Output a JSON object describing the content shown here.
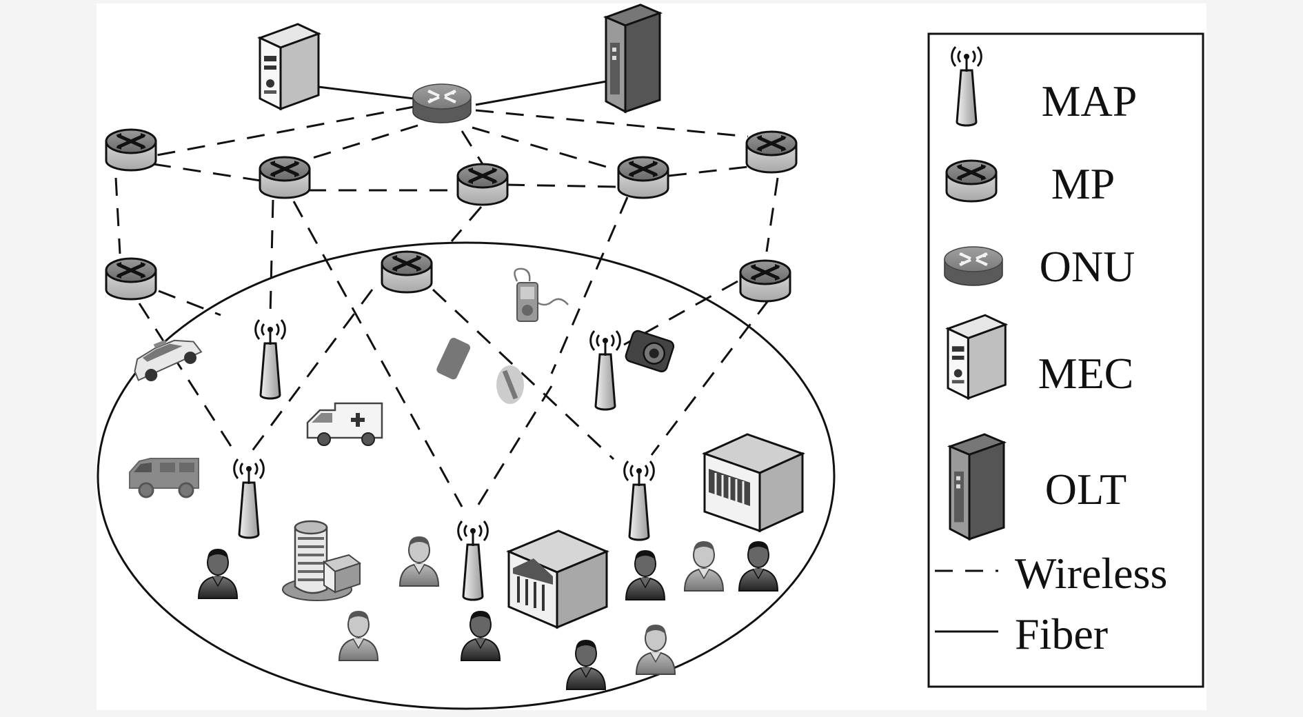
{
  "diagram": {
    "legend": {
      "items": [
        {
          "key": "map",
          "label": "MAP",
          "icon": "antenna-icon"
        },
        {
          "key": "mp",
          "label": "MP",
          "icon": "router-icon"
        },
        {
          "key": "onu",
          "label": "ONU",
          "icon": "onu-router-icon"
        },
        {
          "key": "mec",
          "label": "MEC",
          "icon": "server-icon"
        },
        {
          "key": "olt",
          "label": "OLT",
          "icon": "olt-tower-icon"
        },
        {
          "key": "wireless",
          "label": "Wireless",
          "icon": "dashed-line-icon"
        },
        {
          "key": "fiber",
          "label": "Fiber",
          "icon": "solid-line-icon"
        }
      ]
    },
    "colors": {
      "background": "#f4f4f4",
      "canvas": "#ffffff",
      "line": "#111111",
      "device_dark": "#4a4a4a",
      "device_mid": "#8c8c8c",
      "device_light": "#cfcfcf"
    }
  }
}
